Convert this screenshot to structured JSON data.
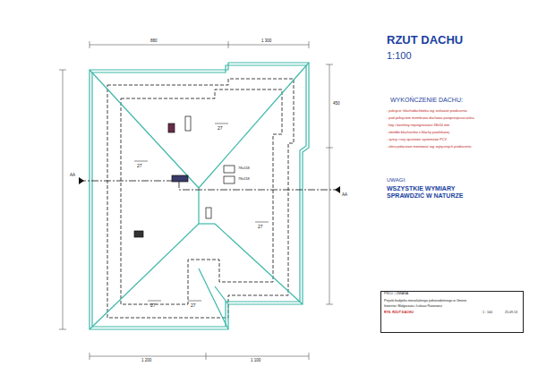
{
  "diagram": {
    "title": "RZUT DACHU",
    "nodes": [
      {
        "text": [
          "PROJ. / ZMIANA",
          "Projekt budynku mieszkalnego jednorodzinnego w Gminie",
          "Inwestor: Małgorzata i Łukasz Ratonwicz",
          "RYS. RZUT DACHU",
          "1 : 100",
          "25.09.13"
        ]
      }
    ],
    "labels": [
      "1:100",
      "WYKOŃCZENIE DACHU:",
      "- pokrycie: blachodachówka wg. wskazań producenta",
      "- pod pokryciem membrana dachowa paroprzepuszczalna",
      "- łaty i kontrłaty impregnowane 38x50 mm",
      "- obróbki blacharskie z blachy powlekanej",
      "- rynny i rury spustowe systemowe PCV",
      "- okna połaciowe montować wg. wytycznych producenta",
      "UWAGI:",
      "WSZYSTKIE WYMIARY SPRAWDZIĆ W NATURZE",
      "880",
      "1 300",
      "450",
      "1 200",
      "1 100",
      "27",
      "27",
      "27",
      "27",
      "27",
      "78x118",
      "78x118",
      "AA",
      "AA"
    ]
  }
}
